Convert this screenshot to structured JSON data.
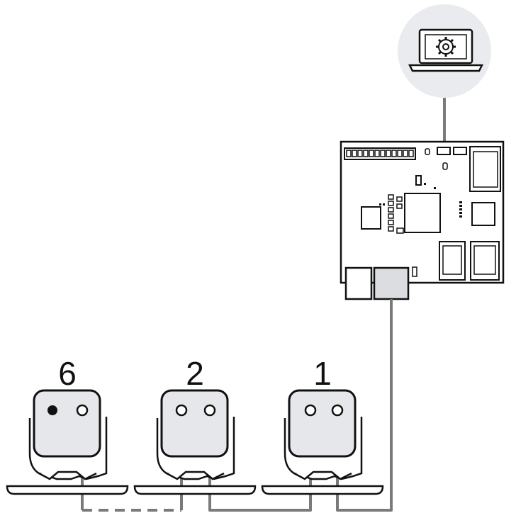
{
  "computer": {
    "icon": "laptop-gear-icon"
  },
  "board": {
    "icon": "controller-board"
  },
  "devices": [
    {
      "label": "6",
      "ports": 1,
      "has_dot": true
    },
    {
      "label": "2",
      "ports": 2,
      "has_dot": false
    },
    {
      "label": "1",
      "ports": 2,
      "has_dot": false
    }
  ],
  "colors": {
    "line": "#000000",
    "cable": "#7a7a7a",
    "device_fill": "#e6e7ea",
    "circle_fill": "#eaebee",
    "pad_fill": "#dcdde0"
  }
}
